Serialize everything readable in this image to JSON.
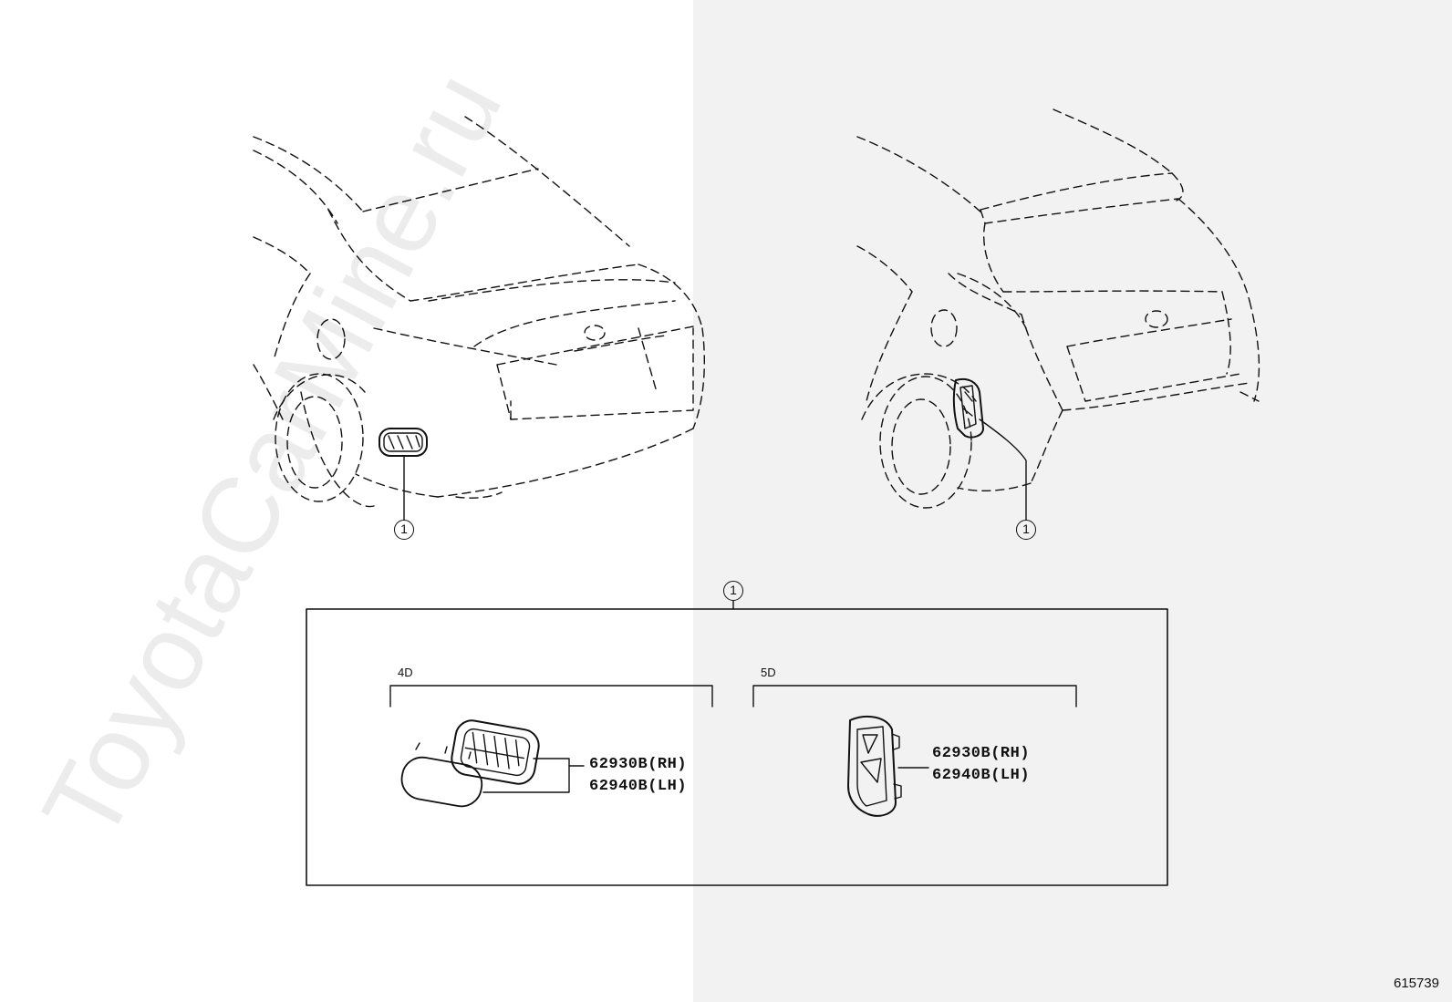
{
  "callout_number": "1",
  "watermark": "ToyotaCarMine.ru",
  "figure_number": "615739",
  "groups": [
    {
      "label": "4D",
      "parts": [
        {
          "number": "62930B",
          "side": "(RH)",
          "text": "62930B(RH)"
        },
        {
          "number": "62940B",
          "side": "(LH)",
          "text": "62940B(LH)"
        }
      ]
    },
    {
      "label": "5D",
      "parts": [
        {
          "number": "62930B",
          "side": "(RH)",
          "text": "62930B(RH)"
        },
        {
          "number": "62940B",
          "side": "(LH)",
          "text": "62940B(LH)"
        }
      ]
    }
  ],
  "colors": {
    "line": "#111111",
    "background_left": "#ffffff",
    "background_right": "#f2f2f2"
  }
}
